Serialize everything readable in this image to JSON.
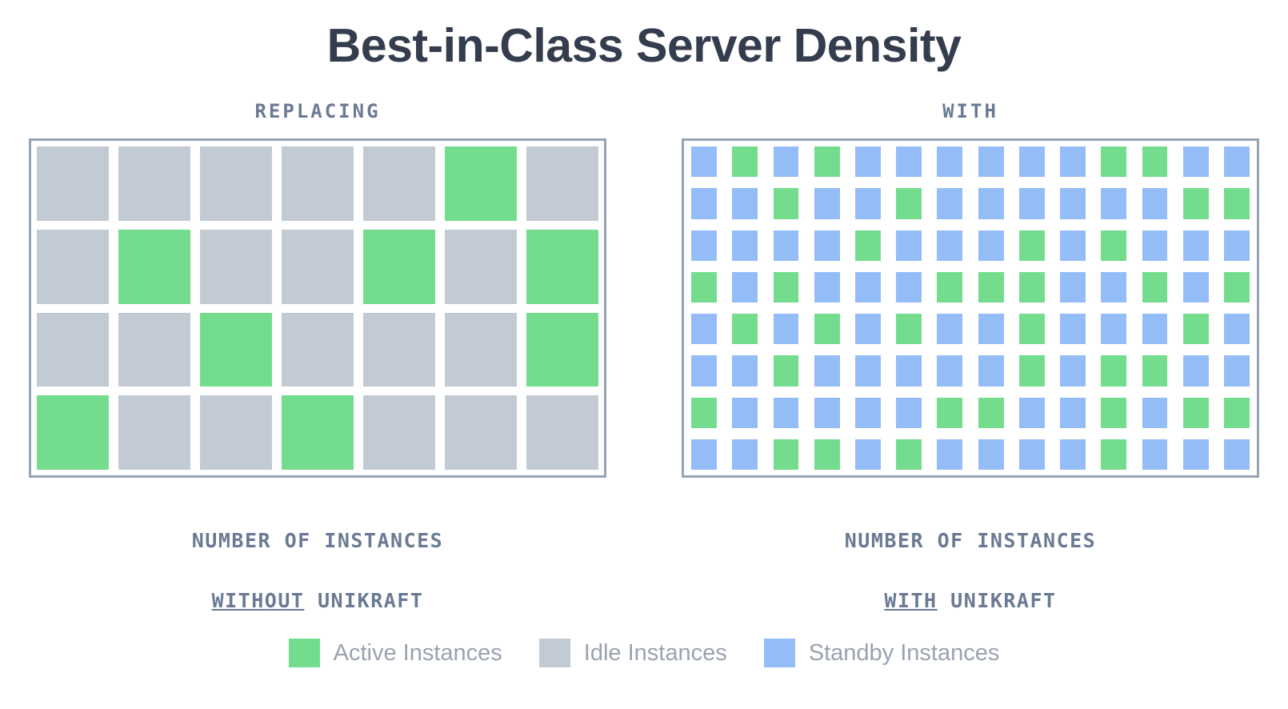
{
  "page": {
    "title": "Best-in-Class Server Density",
    "background": "#ffffff",
    "title_color": "#343d4d",
    "label_color": "#6b7a94",
    "legend_text_color": "#9aa3b0",
    "border_color": "#97a3b5"
  },
  "colors": {
    "active": "#74dd8d",
    "idle": "#c2cad4",
    "standby": "#94bdf7"
  },
  "left_panel": {
    "heading": "REPLACING",
    "caption_line1": "NUMBER OF INSTANCES",
    "caption_emphasis": "WITHOUT",
    "caption_line2_tail": " UNIKRAFT"
  },
  "right_panel": {
    "heading": "WITH",
    "caption_line1": "NUMBER OF INSTANCES",
    "caption_emphasis": "WITH",
    "caption_line2_tail": " UNIKRAFT"
  },
  "legend": {
    "items": [
      {
        "label": "Active Instances",
        "color": "#74dd8d",
        "key": "active"
      },
      {
        "label": "Idle Instances",
        "color": "#c2cad4",
        "key": "idle"
      },
      {
        "label": "Standby Instances",
        "color": "#94bdf7",
        "key": "standby"
      }
    ]
  },
  "chart_data": {
    "type": "heatmap",
    "title": "Best-in-Class Server Density",
    "xlabel": "",
    "ylabel": "",
    "grid": false,
    "legend_position": "bottom-center",
    "legend_entries": [
      "Active Instances",
      "Idle Instances",
      "Standby Instances"
    ],
    "annotations": [
      "REPLACING",
      "WITH",
      "NUMBER OF INSTANCES WITHOUT UNIKRAFT",
      "NUMBER OF INSTANCES WITH UNIKRAFT"
    ],
    "panels": [
      {
        "name": "without-unikraft",
        "heading": "REPLACING",
        "caption": "NUMBER OF INSTANCES WITHOUT UNIKRAFT",
        "columns": 7,
        "rows": 4,
        "total_cells": 28,
        "active_count": 8,
        "idle_count": 20,
        "standby_count": 0,
        "cells": [
          [
            "idle",
            "idle",
            "idle",
            "idle",
            "idle",
            "active",
            "idle"
          ],
          [
            "idle",
            "active",
            "idle",
            "idle",
            "active",
            "idle",
            "active"
          ],
          [
            "idle",
            "idle",
            "active",
            "idle",
            "idle",
            "idle",
            "active"
          ],
          [
            "active",
            "idle",
            "idle",
            "active",
            "idle",
            "idle",
            "idle"
          ]
        ]
      },
      {
        "name": "with-unikraft",
        "heading": "WITH",
        "caption": "NUMBER OF INSTANCES WITH UNIKRAFT",
        "columns": 14,
        "rows": 8,
        "total_cells": 112,
        "active_count": 38,
        "idle_count": 0,
        "standby_count": 74,
        "cells": [
          [
            "standby",
            "active",
            "standby",
            "active",
            "standby",
            "standby",
            "standby",
            "standby",
            "standby",
            "standby",
            "active",
            "active",
            "standby",
            "standby"
          ],
          [
            "standby",
            "standby",
            "active",
            "standby",
            "standby",
            "active",
            "standby",
            "standby",
            "standby",
            "standby",
            "standby",
            "standby",
            "active",
            "active"
          ],
          [
            "standby",
            "standby",
            "standby",
            "standby",
            "active",
            "standby",
            "standby",
            "standby",
            "active",
            "standby",
            "active",
            "standby",
            "standby",
            "standby"
          ],
          [
            "active",
            "standby",
            "active",
            "standby",
            "standby",
            "standby",
            "active",
            "active",
            "active",
            "standby",
            "standby",
            "active",
            "standby",
            "active"
          ],
          [
            "standby",
            "active",
            "standby",
            "active",
            "standby",
            "active",
            "standby",
            "standby",
            "active",
            "standby",
            "standby",
            "standby",
            "active",
            "standby"
          ],
          [
            "standby",
            "standby",
            "active",
            "standby",
            "standby",
            "standby",
            "standby",
            "standby",
            "active",
            "standby",
            "active",
            "active",
            "standby",
            "standby"
          ],
          [
            "active",
            "standby",
            "standby",
            "standby",
            "standby",
            "standby",
            "active",
            "active",
            "standby",
            "standby",
            "active",
            "standby",
            "active",
            "active"
          ],
          [
            "standby",
            "standby",
            "active",
            "active",
            "standby",
            "active",
            "standby",
            "standby",
            "standby",
            "standby",
            "active",
            "standby",
            "standby",
            "standby"
          ]
        ]
      }
    ]
  }
}
